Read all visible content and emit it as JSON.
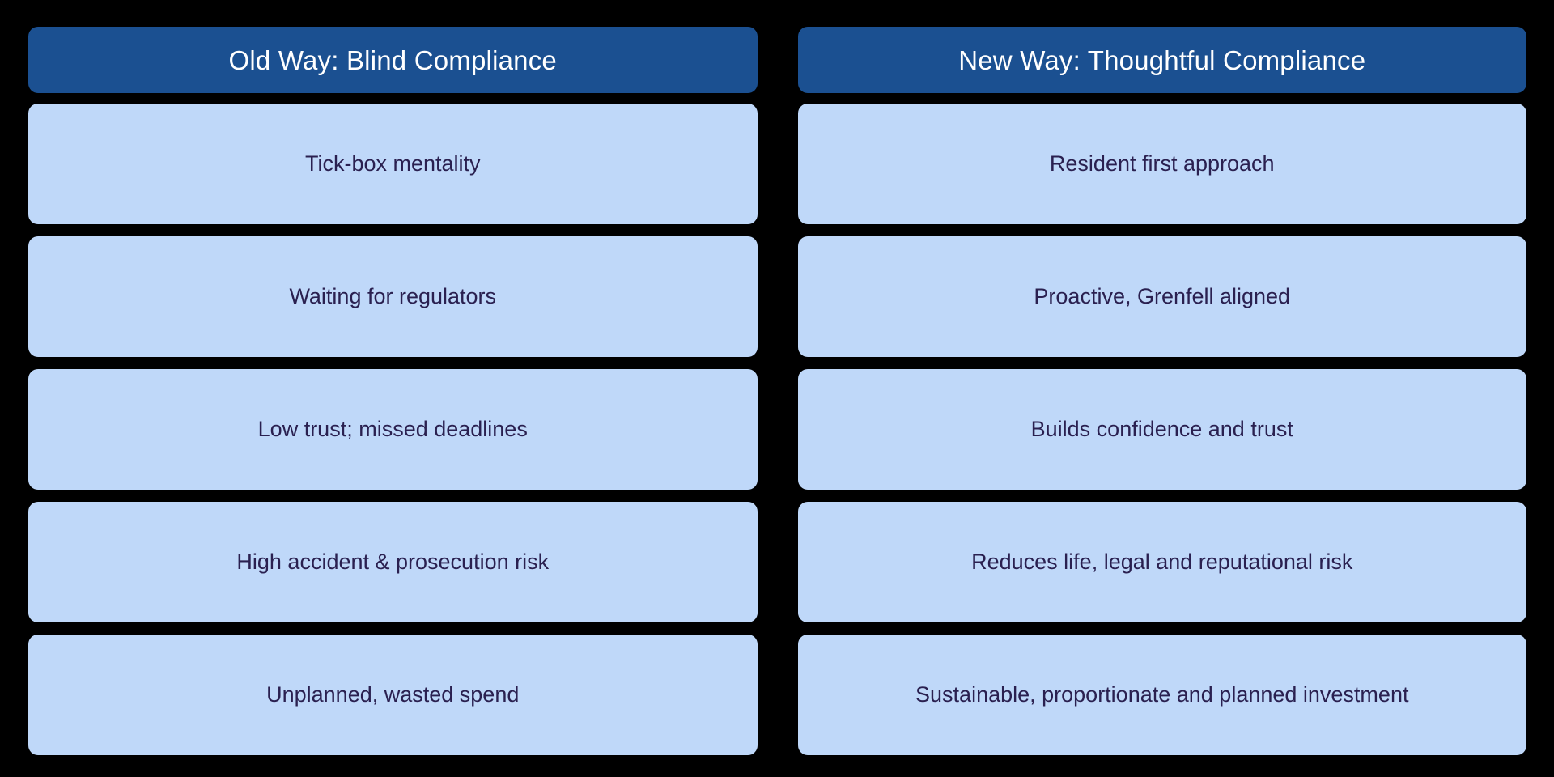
{
  "theme": {
    "background": "#000000",
    "header_bg": "#1B5091",
    "header_text": "#FFFFFF",
    "cell_bg": "#BFD8F9",
    "cell_text": "#2A2050"
  },
  "comparison": {
    "columns": [
      {
        "id": "old-way",
        "header": "Old Way: Blind Compliance",
        "items": [
          "Tick-box mentality",
          "Waiting for regulators",
          "Low trust; missed deadlines",
          "High accident & prosecution risk",
          "Unplanned, wasted spend"
        ]
      },
      {
        "id": "new-way",
        "header": "New Way: Thoughtful Compliance",
        "items": [
          "Resident first approach",
          "Proactive, Grenfell aligned",
          "Builds confidence and trust",
          "Reduces life, legal and reputational risk",
          "Sustainable, proportionate and planned investment"
        ]
      }
    ]
  }
}
